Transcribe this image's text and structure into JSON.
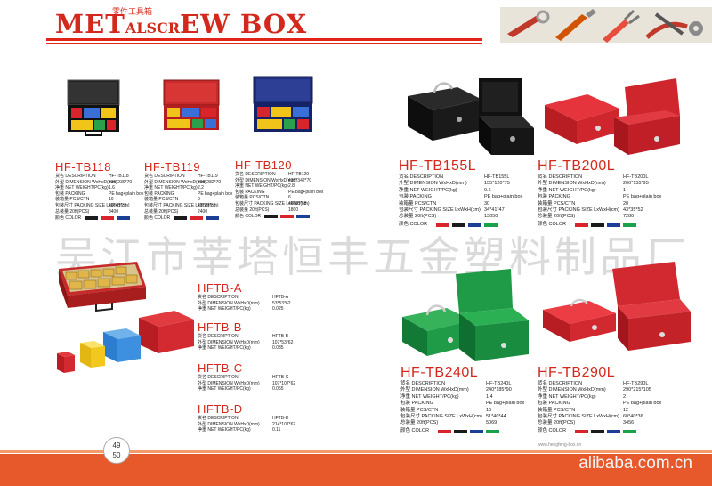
{
  "header": {
    "title_part1": "MET",
    "title_part2": "ALSCR",
    "title_part3": "EW BOX",
    "title_cn": "零件工具箱"
  },
  "watermark": "吴江市莘塔恒丰五金塑料制品厂",
  "footer": {
    "page_top": "49",
    "page_bottom": "50",
    "site": "alibaba.com.cn",
    "small_url": "www.hengfeng-box.cn"
  },
  "colors": {
    "red": "#d8252c",
    "black": "#1b1b1b",
    "blue": "#1c3f95",
    "green": "#1aa14b",
    "accent": "#e7582a"
  },
  "products": [
    {
      "model": "HF-TB118",
      "rows": [
        [
          "货名 DESCRIPTION",
          "HF-TB118"
        ],
        [
          "外型 DIMENSION WxHxD(mm)",
          "335*239*70"
        ],
        [
          "净重 NET WEIGHT/PC(kg)",
          "1.6"
        ],
        [
          "包装 PACKING",
          "PE bag+plain box"
        ],
        [
          "装箱量 PCS/CTN",
          "10"
        ],
        [
          "包装尺寸 PACKING SIZE LxWxH(cm)",
          "40*40*35"
        ],
        [
          "总装量 20ft(PCS)",
          "3400"
        ]
      ],
      "color_label": "颜色 COLOR",
      "swatches": [
        "#1b1b1b",
        "#d8252c",
        "#1c3f95"
      ]
    },
    {
      "model": "HF-TB119",
      "rows": [
        [
          "货名 DESCRIPTION",
          "HF-TB119"
        ],
        [
          "外型 DIMENSION WxHxD(mm)",
          "398*282*70"
        ],
        [
          "净重 NET WEIGHT/PC(kg)",
          "2.2"
        ],
        [
          "包装 PACKING",
          "PE bag+plain box"
        ],
        [
          "装箱量 PCS/CTN",
          "8"
        ],
        [
          "包装尺寸 PACKING SIZE LxWxH(cm)",
          "41*39*58"
        ],
        [
          "总装量 20ft(PCS)",
          "2400"
        ]
      ],
      "color_label": "颜色 COLOR",
      "swatches": [
        "#1b1b1b",
        "#d8252c",
        "#1c3f95"
      ]
    },
    {
      "model": "HF-TB120",
      "rows": [
        [
          "货名 DESCRIPTION",
          "HF-TB120"
        ],
        [
          "外型 DIMENSION WxHxD(mm)",
          "438*342*70"
        ],
        [
          "净重 NET WEIGHT/PC(kg)",
          "2.8"
        ],
        [
          "包装 PACKING",
          "PE bag+plain box"
        ],
        [
          "装箱量 PCS/CTN",
          "6"
        ],
        [
          "包装尺寸 PACKING SIZE LxWxH(cm)",
          "46*36*58"
        ],
        [
          "总装量 20ft(PCS)",
          "1800"
        ]
      ],
      "color_label": "颜色 COLOR",
      "swatches": [
        "#1b1b1b",
        "#d8252c",
        "#1c3f95"
      ]
    },
    {
      "model": "HF-TB155L",
      "rows": [
        [
          "货名 DESCRIPTION",
          "HF-TB155L"
        ],
        [
          "外型 DIMENSION WxHxD(mm)",
          "155*120*75"
        ],
        [
          "净重 NET WEIGHT/PC(kg)",
          "0.6"
        ],
        [
          "包装 PACKING",
          "PE bag+plain box"
        ],
        [
          "装箱量 PCS/CTN",
          "30"
        ],
        [
          "包装尺寸 PACKING SIZE LxWxH(cm)",
          "34*41*47"
        ],
        [
          "总装量 20ft(PCS)",
          "13050"
        ]
      ],
      "color_label": "颜色 COLOR",
      "swatches": [
        "#d8252c",
        "#1b1b1b",
        "#1c3f95",
        "#1aa14b"
      ]
    },
    {
      "model": "HF-TB200L",
      "rows": [
        [
          "货名 DESCRIPTION",
          "HF-TB200L"
        ],
        [
          "外型 DIMENSION WxHxD(mm)",
          "200*155*95"
        ],
        [
          "净重 NET WEIGHT/PC(kg)",
          "1"
        ],
        [
          "包装 PACKING",
          "PE bag+plain box"
        ],
        [
          "装箱量 PCS/CTN",
          "20"
        ],
        [
          "包装尺寸 PACKING SIZE LxWxH(cm)",
          "43*35*52"
        ],
        [
          "总装量 20ft(PCS)",
          "7280"
        ]
      ],
      "color_label": "颜色 COLOR",
      "swatches": [
        "#d8252c",
        "#1b1b1b",
        "#1c3f95",
        "#1aa14b"
      ]
    },
    {
      "model": "HF-TB240L",
      "rows": [
        [
          "货名 DESCRIPTION",
          "HF-TB240L"
        ],
        [
          "外型 DIMENSION WxHxD(mm)",
          "240*185*90"
        ],
        [
          "净重 NET WEIGHT/PC(kg)",
          "1.4"
        ],
        [
          "包装 PACKING",
          "PE bag+plain box"
        ],
        [
          "装箱量 PCS/CTN",
          "16"
        ],
        [
          "包装尺寸 PACKING SIZE LxWxH(cm)",
          "51*40*44"
        ],
        [
          "总装量 20ft(PCS)",
          "5069"
        ]
      ],
      "color_label": "颜色 COLOR",
      "swatches": [
        "#d8252c",
        "#1b1b1b",
        "#1c3f95",
        "#1aa14b"
      ]
    },
    {
      "model": "HF-TB290L",
      "rows": [
        [
          "货名 DESCRIPTION",
          "HF-TB290L"
        ],
        [
          "外型 DIMENSION WxHxD(mm)",
          "290*215*105"
        ],
        [
          "净重 NET WEIGHT/PC(kg)",
          "2"
        ],
        [
          "包装 PACKING",
          "PE bag+plain box"
        ],
        [
          "装箱量 PCS/CTN",
          "12"
        ],
        [
          "包装尺寸 PACKING SIZE LxWxH(cm)",
          "60*40*36"
        ],
        [
          "总装量 20ft(PCS)",
          "3456"
        ]
      ],
      "color_label": "颜色 COLOR",
      "swatches": [
        "#d8252c",
        "#1b1b1b",
        "#1c3f95",
        "#1aa14b"
      ]
    }
  ],
  "inserts": [
    {
      "model": "HFTB-A",
      "rows": [
        [
          "货名 DESCRIPTION",
          "HFTB-A"
        ],
        [
          "外型 DIMENSION WxHxD(mm)",
          "53*53*62"
        ],
        [
          "净重 NET WEIGHT/PC(kg)",
          "0.025"
        ]
      ]
    },
    {
      "model": "HFTB-B",
      "rows": [
        [
          "货名 DESCRIPTION",
          "HFTB-B"
        ],
        [
          "外型 DIMENSION WxHxD(mm)",
          "107*53*62"
        ],
        [
          "净重 NET WEIGHT/PC(kg)",
          "0.035"
        ]
      ]
    },
    {
      "model": "HFTB-C",
      "rows": [
        [
          "货名 DESCRIPTION",
          "HFTB-C"
        ],
        [
          "外型 DIMENSION WxHxD(mm)",
          "107*107*62"
        ],
        [
          "净重 NET WEIGHT/PC(kg)",
          "0.055"
        ]
      ]
    },
    {
      "model": "HFTB-D",
      "rows": [
        [
          "货名 DESCRIPTION",
          "HFTB-D"
        ],
        [
          "外型 DIMENSION WxHxD(mm)",
          "214*107*62"
        ],
        [
          "净重 NET WEIGHT/PC(kg)",
          "0.11"
        ]
      ]
    }
  ]
}
